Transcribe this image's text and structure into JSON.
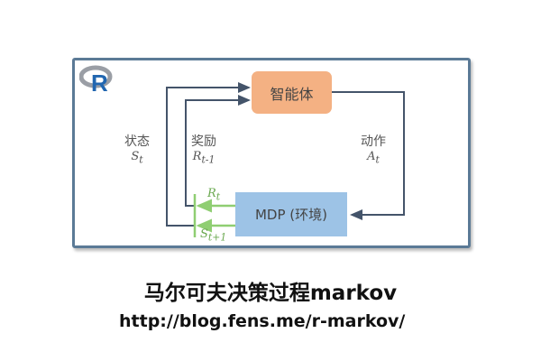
{
  "diagram": {
    "logo": "R",
    "agent": "智能体",
    "environment": "MDP (环境)",
    "state_label": "状态",
    "state_sym": "S",
    "state_sub": "t",
    "reward_label": "奖励",
    "reward_sym": "R",
    "reward_sub": "t-1",
    "action_label": "动作",
    "action_sym": "A",
    "action_sub": "t",
    "rt_sym": "R",
    "rt_sub": "t",
    "st1_sym": "S",
    "st1_sub": "t+1"
  },
  "caption": {
    "title": "马尔可夫决策过程markov",
    "url": "http://blog.fens.me/r-markov/"
  },
  "colors": {
    "line": "#44546a",
    "green": "#8fce72",
    "agent": "#f4b183",
    "env": "#9dc3e6"
  }
}
